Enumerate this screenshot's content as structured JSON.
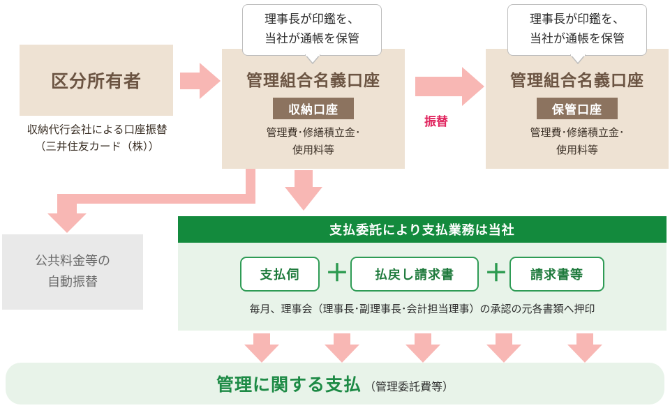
{
  "owner": {
    "title": "区分所有者",
    "note_line1": "収納代行会社による口座振替",
    "note_line2": "（三井住友カード（株））"
  },
  "collection_account": {
    "bubble_line1": "理事長が印鑑を、",
    "bubble_line2": "当社が通帳を保管",
    "title": "管理組合名義口座",
    "tag": "収納口座",
    "note_line1": "管理費･修繕積立金･",
    "note_line2": "使用料等"
  },
  "transfer_label": "振替",
  "custody_account": {
    "bubble_line1": "理事長が印鑑を、",
    "bubble_line2": "当社が通帳を保管",
    "title": "管理組合名義口座",
    "tag": "保管口座",
    "note_line1": "管理費･修繕積立金･",
    "note_line2": "使用料等"
  },
  "public_fee": {
    "line1": "公共料金等の",
    "line2": "自動振替"
  },
  "payment_section": {
    "header": "支払委託により支払業務は当社",
    "items": [
      "支払伺",
      "払戻し請求書",
      "請求書等"
    ],
    "plus": "＋",
    "note": "毎月、理事会（理事長･副理事長･会計担当理事）の承認の元各書類へ押印"
  },
  "bottom": {
    "main": "管理に関する支払",
    "sub": "（管理委託費等）"
  },
  "colors": {
    "tan": "#eee2d3",
    "tag_brown": "#8c735f",
    "green": "#138a3d",
    "light_green": "#e8f3e9",
    "arrow_pink": "#f8b7b4",
    "accent_red": "#e0245e"
  }
}
